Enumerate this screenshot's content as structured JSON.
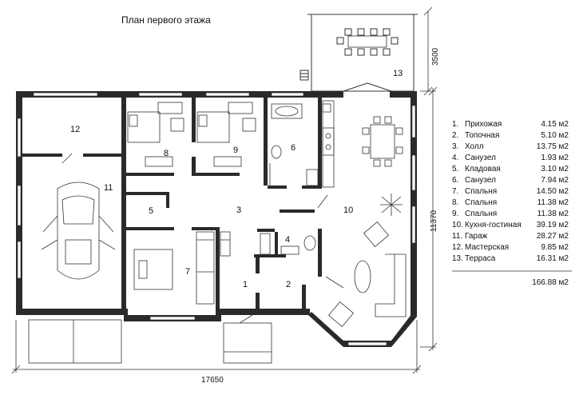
{
  "title": "План первого этажа",
  "rooms": {
    "r1": "1",
    "r2": "2",
    "r3": "3",
    "r4": "4",
    "r5": "5",
    "r6": "6",
    "r7": "7",
    "r8": "8",
    "r9": "9",
    "r10": "10",
    "r11": "11",
    "r12": "12",
    "r13": "13"
  },
  "dimensions": {
    "width": "17650",
    "depth": "11370",
    "terrace": "3500"
  },
  "legend": [
    {
      "num": "1.",
      "name": "Прихожая",
      "area": "4.15 м2"
    },
    {
      "num": "2.",
      "name": "Топочная",
      "area": "5.10 м2"
    },
    {
      "num": "3.",
      "name": "Холл",
      "area": "13.75 м2"
    },
    {
      "num": "4.",
      "name": "Санузел",
      "area": "1.93 м2"
    },
    {
      "num": "5.",
      "name": "Кладовая",
      "area": "3.10 м2"
    },
    {
      "num": "6.",
      "name": "Санузел",
      "area": "7.94 м2"
    },
    {
      "num": "7.",
      "name": "Спальня",
      "area": "14.50 м2"
    },
    {
      "num": "8.",
      "name": "Спальня",
      "area": "11.38 м2"
    },
    {
      "num": "9.",
      "name": "Спальня",
      "area": "11.38 м2"
    },
    {
      "num": "10.",
      "name": "Кухня-гостиная",
      "area": "39.19 м2"
    },
    {
      "num": "11.",
      "name": "Гараж",
      "area": "28.27 м2"
    },
    {
      "num": "12.",
      "name": "Мастерская",
      "area": "9.85 м2"
    },
    {
      "num": "13.",
      "name": "Терраса",
      "area": "16.31 м2"
    }
  ],
  "total": "166.88 м2"
}
